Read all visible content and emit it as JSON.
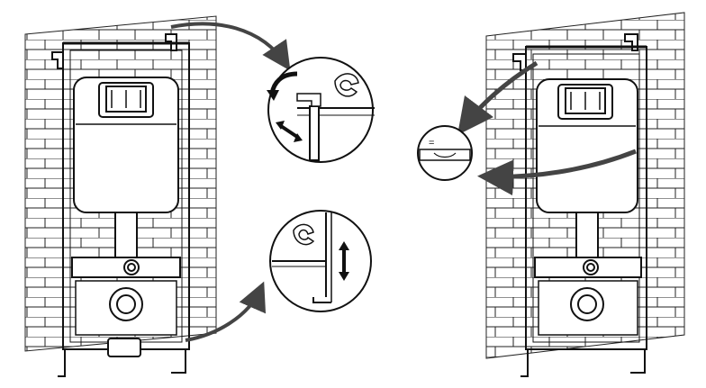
{
  "figure": {
    "background": "#ffffff",
    "line_color": "#111111",
    "panels": [
      {
        "id": "left-assembly",
        "callouts": [
          "top-bracket-adjustment",
          "leg-height-adjustment"
        ]
      },
      {
        "id": "right-assembly",
        "callouts": [
          "level-check"
        ]
      }
    ],
    "icons": [
      "wrench-icon",
      "double-arrow-icon",
      "rotate-arrow-icon",
      "spirit-level-icon"
    ],
    "level_symbol": "="
  }
}
